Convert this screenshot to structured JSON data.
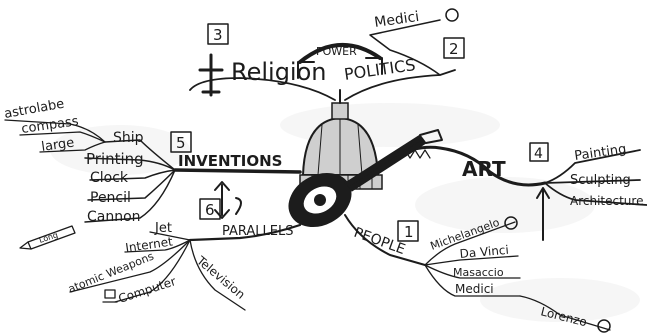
{
  "center": {
    "icon": "dome-and-lute-icon"
  },
  "branches": {
    "religion": {
      "label": "Religion",
      "number": "3",
      "icon": "cross-icon"
    },
    "politics": {
      "label": "POLITICS",
      "number": "2",
      "power_label": "POWER",
      "medici": "Medici"
    },
    "inventions": {
      "label": "INVENTIONS",
      "number": "5",
      "items": [
        "Printing",
        "Clock",
        "Pencil",
        "Cannon"
      ],
      "ship": {
        "label": "Ship",
        "children": [
          "astrolabe",
          "compass",
          "large"
        ]
      }
    },
    "parallels": {
      "label": "PARALLELS",
      "number": "6",
      "items": [
        "Jet",
        "Internet",
        "atomic Weapons",
        "Computer",
        "Television"
      ],
      "pencil_note": "Long"
    },
    "art": {
      "label": "ART",
      "number": "4",
      "items": [
        "Painting",
        "Sculpting",
        "Architecture"
      ]
    },
    "people": {
      "label": "PEOPLE",
      "number": "1",
      "items": [
        "Michelangelo",
        "Da Vinci",
        "Masaccio",
        "Medici"
      ],
      "sub": "Lorenzo"
    }
  }
}
